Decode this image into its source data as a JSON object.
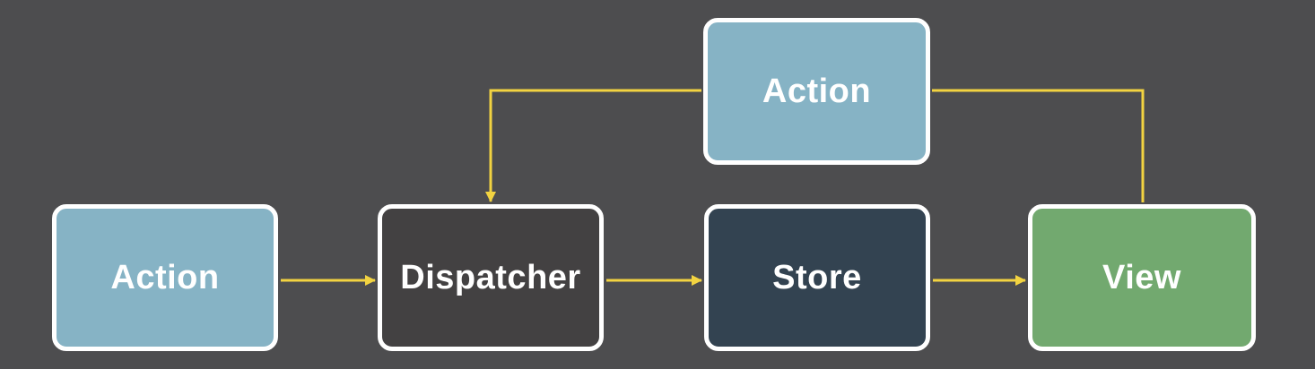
{
  "diagram": {
    "background_color": "#4d4d4f",
    "connector_color": "#f2d341",
    "nodes": {
      "action_left": {
        "label": "Action",
        "fill": "#86b3c5"
      },
      "dispatcher": {
        "label": "Dispatcher",
        "fill": "#434142"
      },
      "store": {
        "label": "Store",
        "fill": "#334351"
      },
      "view": {
        "label": "View",
        "fill": "#72a96f"
      },
      "action_top": {
        "label": "Action",
        "fill": "#86b3c5"
      }
    },
    "edges": [
      {
        "from": "action_left",
        "to": "dispatcher"
      },
      {
        "from": "dispatcher",
        "to": "store"
      },
      {
        "from": "store",
        "to": "view"
      },
      {
        "from": "view",
        "to": "action_top",
        "arrow": false
      },
      {
        "from": "action_top",
        "to": "dispatcher"
      }
    ]
  }
}
